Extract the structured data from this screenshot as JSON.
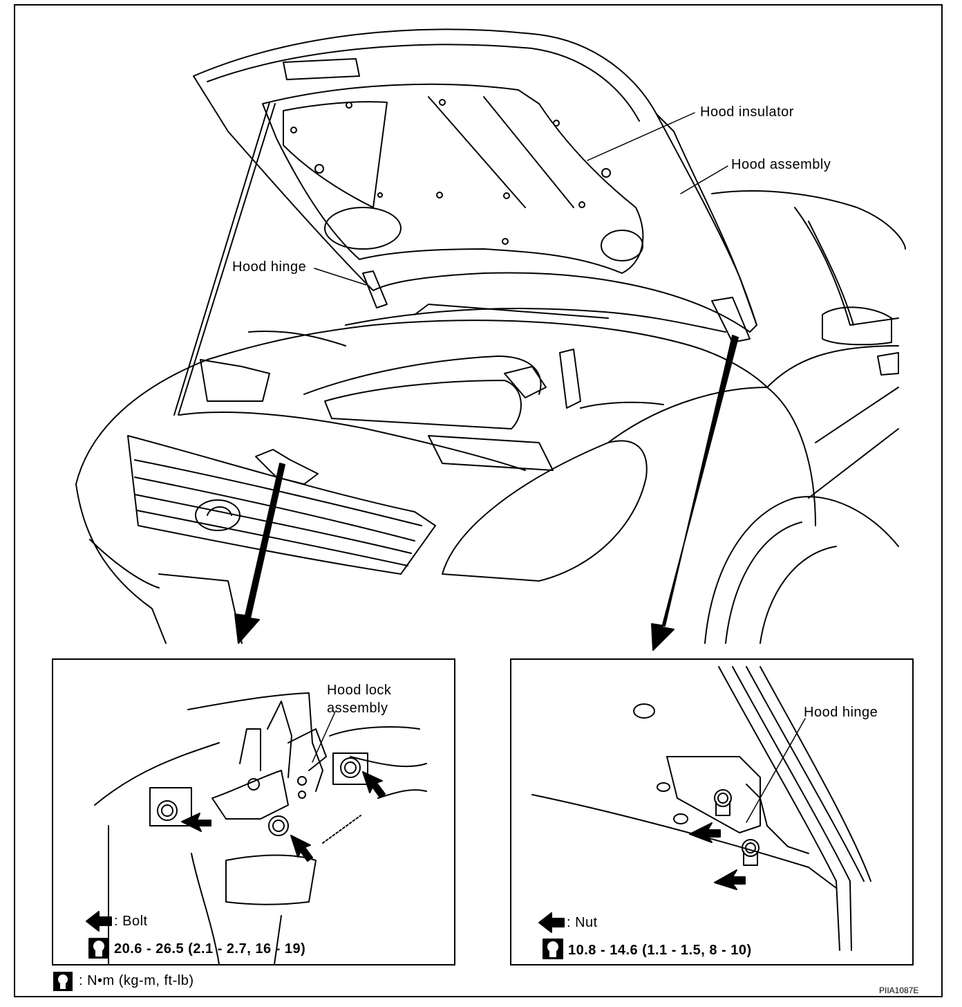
{
  "main_labels": {
    "hood_insulator": "Hood insulator",
    "hood_assembly": "Hood assembly",
    "hood_hinge": "Hood hinge"
  },
  "panel_left": {
    "callout": [
      "Hood lock",
      "assembly"
    ],
    "legend_item": ": Bolt",
    "torque": "20.6 - 26.5 (2.1 - 2.7, 16 - 19)"
  },
  "panel_right": {
    "callout": "Hood hinge",
    "legend_item": ": Nut",
    "torque": "10.8 - 14.6 (1.1 - 1.5, 8 - 10)"
  },
  "footer": {
    "unit_legend": ":  N•m  (kg-m,  ft-lb)",
    "figure_code": "PIIA1087E"
  },
  "icons": {
    "arrow": "filled-left-arrow-icon",
    "torque": "torque-wrench-icon"
  }
}
